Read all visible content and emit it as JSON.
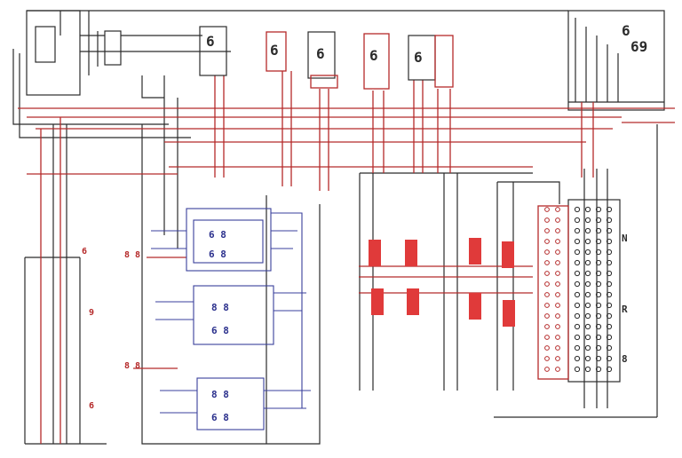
{
  "colors": {
    "wire_dark": "#2b2b2b",
    "wire_red": "#b52a2a",
    "ic_blue": "#3a3f9c",
    "resistor_fill": "#e03a3a"
  },
  "top_components": [
    {
      "id": "U1",
      "glyph": "6"
    },
    {
      "id": "U2",
      "glyph": "6"
    },
    {
      "id": "U3",
      "glyph": "6"
    },
    {
      "id": "U4",
      "glyph": "6"
    },
    {
      "id": "U5",
      "glyph": "6"
    }
  ],
  "display": {
    "line1": "6",
    "line2": "69"
  },
  "ic_chips": [
    {
      "line1": "6 8",
      "line2": "6 8"
    },
    {
      "line1": "8 8",
      "line2": "6 8"
    },
    {
      "line1": "8 8",
      "line2": "6 8"
    }
  ],
  "ic_labels": {
    "ic1": "8 8",
    "ic2": "8 8"
  },
  "left_labels": {
    "a": "6",
    "b": "9",
    "c": "6"
  },
  "right_labels": {
    "a": "N",
    "b": "R",
    "c": "8"
  },
  "connector": {
    "rows": 16,
    "cols": 4
  }
}
